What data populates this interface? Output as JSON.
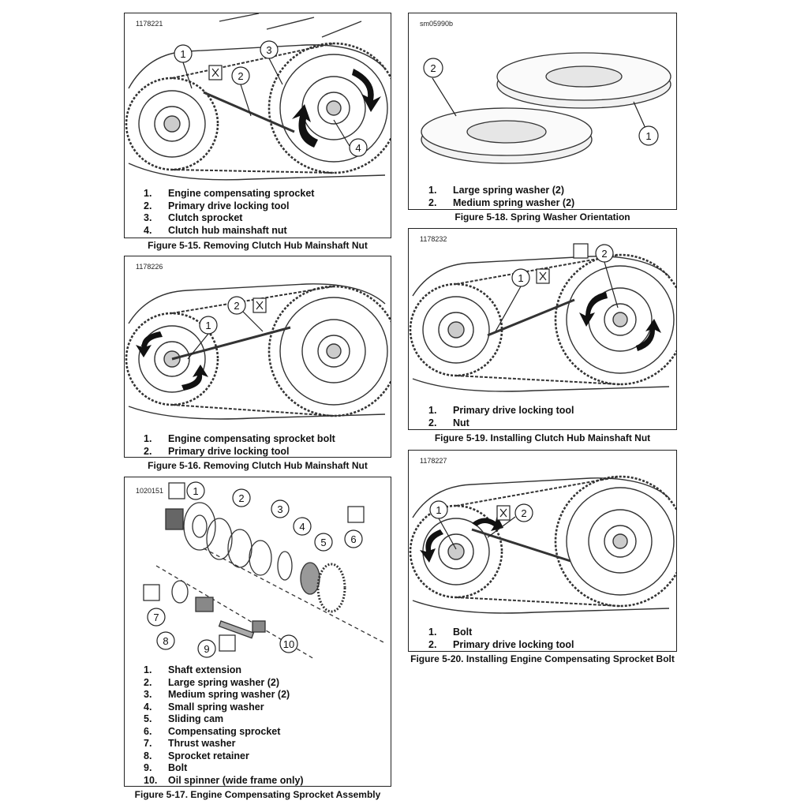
{
  "figures": {
    "f515": {
      "id": "1178221",
      "callouts": [
        "1",
        "2",
        "3",
        "4"
      ],
      "legend": [
        {
          "n": "1.",
          "t": "Engine compensating sprocket"
        },
        {
          "n": "2.",
          "t": "Primary drive locking tool"
        },
        {
          "n": "3.",
          "t": "Clutch sprocket"
        },
        {
          "n": "4.",
          "t": "Clutch hub mainshaft nut"
        }
      ],
      "caption": "Figure 5-15. Removing Clutch Hub Mainshaft Nut"
    },
    "f516": {
      "id": "1178226",
      "callouts": [
        "1",
        "2"
      ],
      "legend": [
        {
          "n": "1.",
          "t": "Engine compensating sprocket bolt"
        },
        {
          "n": "2.",
          "t": "Primary drive locking tool"
        }
      ],
      "caption": "Figure 5-16. Removing Clutch Hub Mainshaft Nut"
    },
    "f517": {
      "id": "1020151",
      "callouts": [
        "1",
        "2",
        "3",
        "4",
        "5",
        "6",
        "7",
        "8",
        "9",
        "10"
      ],
      "legend": [
        {
          "n": "1.",
          "t": "Shaft extension"
        },
        {
          "n": "2.",
          "t": "Large spring washer (2)"
        },
        {
          "n": "3.",
          "t": "Medium spring washer (2)"
        },
        {
          "n": "4.",
          "t": "Small spring washer"
        },
        {
          "n": "5.",
          "t": "Sliding cam"
        },
        {
          "n": "6.",
          "t": "Compensating sprocket"
        },
        {
          "n": "7.",
          "t": "Thrust washer"
        },
        {
          "n": "8.",
          "t": "Sprocket retainer"
        },
        {
          "n": "9.",
          "t": "Bolt"
        },
        {
          "n": "10.",
          "t": "Oil spinner (wide frame only)"
        }
      ],
      "caption": "Figure 5-17. Engine Compensating Sprocket Assembly"
    },
    "f518": {
      "id": "sm05990b",
      "callouts": [
        "2",
        "1"
      ],
      "legend": [
        {
          "n": "1.",
          "t": "Large spring washer (2)"
        },
        {
          "n": "2.",
          "t": "Medium spring washer (2)"
        }
      ],
      "caption": "Figure 5-18. Spring Washer Orientation"
    },
    "f519": {
      "id": "1178232",
      "callouts": [
        "1",
        "2"
      ],
      "legend": [
        {
          "n": "1.",
          "t": "Primary drive locking tool"
        },
        {
          "n": "2.",
          "t": "Nut"
        }
      ],
      "caption": "Figure 5-19. Installing Clutch Hub Mainshaft Nut"
    },
    "f520": {
      "id": "1178227",
      "callouts": [
        "1",
        "2"
      ],
      "legend": [
        {
          "n": "1.",
          "t": "Bolt"
        },
        {
          "n": "2.",
          "t": "Primary drive locking tool"
        }
      ],
      "caption": "Figure 5-20. Installing Engine Compensating Sprocket Bolt"
    }
  }
}
